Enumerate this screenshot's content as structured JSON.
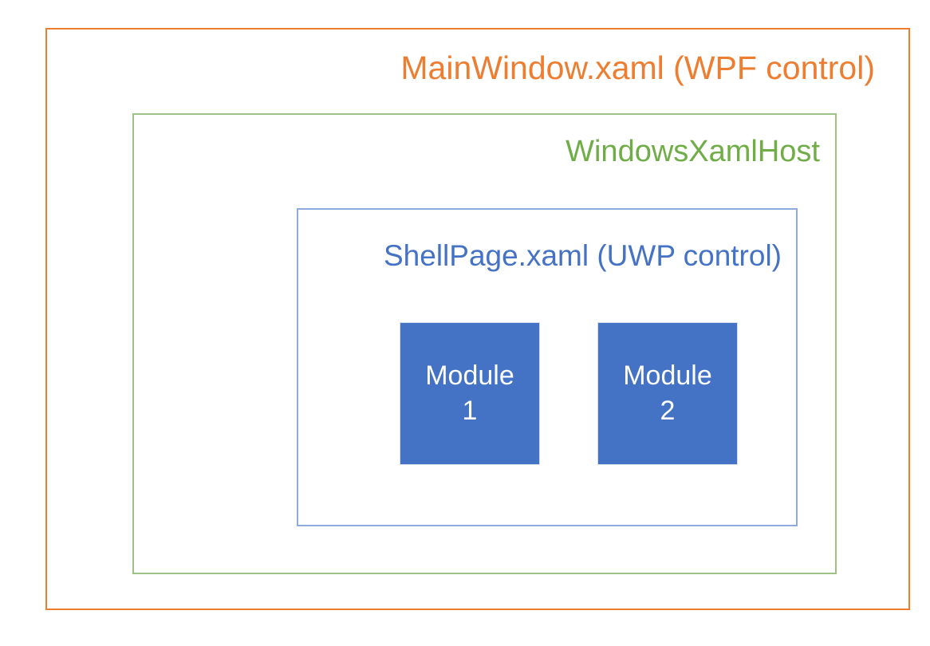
{
  "diagram": {
    "type": "nested-containers",
    "background": "#FFFFFF",
    "layers": [
      {
        "id": "mainwindow",
        "label": "MainWindow.xaml (WPF control)",
        "border_color": "#ED7D31",
        "text_color": "#ED7D31"
      },
      {
        "id": "windowsxamlhost",
        "label": "WindowsXamlHost",
        "border_color": "#9CC383",
        "text_color": "#70AD47"
      },
      {
        "id": "shellpage",
        "label": "ShellPage.xaml (UWP control)",
        "border_color": "#8FAADC",
        "text_color": "#4472C4"
      }
    ],
    "modules": [
      {
        "id": "module-1",
        "line1": "Module",
        "line2": "1",
        "fill_color": "#4472C4",
        "text_color": "#FFFFFF"
      },
      {
        "id": "module-2",
        "line1": "Module",
        "line2": "2",
        "fill_color": "#4472C4",
        "text_color": "#FFFFFF"
      }
    ]
  }
}
